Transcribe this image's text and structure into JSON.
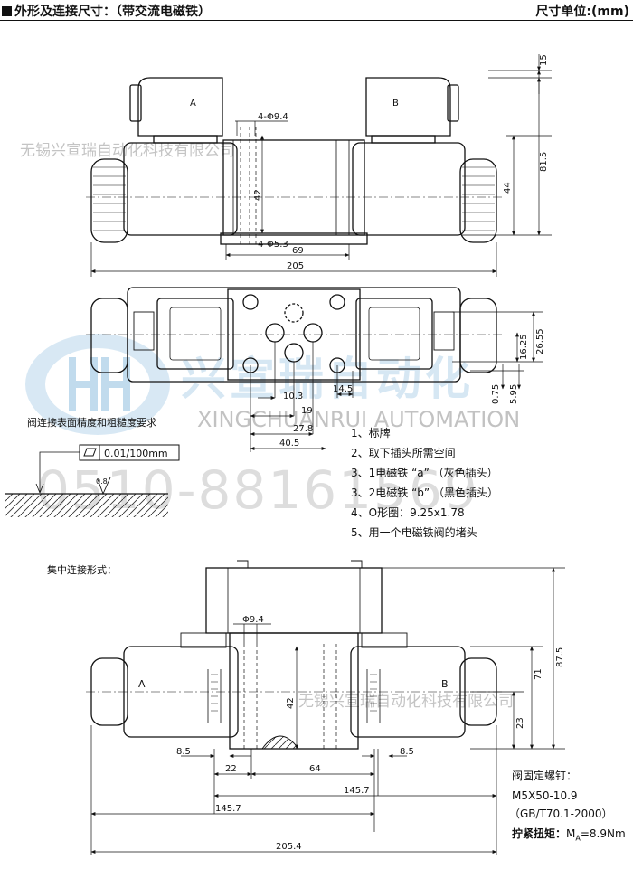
{
  "header": {
    "title": "外形及连接尺寸：（带交流电磁铁）",
    "unit": "尺寸单位:(mm)"
  },
  "watermark": {
    "company_cn": "无锡兴宣瑞自动化科技有限公司",
    "brand_cn": "兴宣瑞自动化",
    "brand_en": "XINGCHUANRUI AUTOMATION",
    "phone": "0510-88161569"
  },
  "view1": {
    "solenoid_a": "A",
    "solenoid_b": "B",
    "dims": {
      "d15": "15",
      "d81_5": "81.5",
      "d44": "44",
      "d42": "42",
      "d4phi9_4": "4-Φ9.4",
      "d4phi5_3": "4-Φ5.3",
      "d69": "69",
      "d205": "205"
    }
  },
  "view2": {
    "dims": {
      "d26_55": "26.55",
      "d16_25": "16.25",
      "d0_75": "0.75",
      "d5_95": "5.95",
      "d14_5": "14.5",
      "d10_3": "10.3",
      "d19": "19",
      "d27_8": "27.8",
      "d40_5": "40.5"
    }
  },
  "surface": {
    "title": "阀连接表面精度和粗糙度要求",
    "flatness": "0.01/100mm",
    "roughness": "0.8"
  },
  "notes": [
    "1、标牌",
    "2、取下插头所需空间",
    "3、1电磁铁 “a” （灰色插头）",
    "3、2电磁铁 “b” （黑色插头）",
    "4、O形圈：9.25x1.78",
    "5、用一个电磁铁阀的堵头"
  ],
  "view3": {
    "title": "集中连接形式：",
    "label_a": "A",
    "label_b": "B",
    "dims": {
      "phi9_4": "Φ9.4",
      "d87_5": "87.5",
      "d71": "71",
      "d42": "42",
      "d23": "23",
      "d8_5_left": "8.5",
      "d8_5_right": "8.5",
      "d22": "22",
      "d64": "64",
      "d145_7_upper": "145.7",
      "d145_7_lower": "145.7",
      "d205_4": "205.4"
    }
  },
  "bolt": {
    "title": "阀固定螺钉：",
    "spec": "M5X50-10.9",
    "standard": "（GB/T70.1-2000）",
    "torque_label": "拧紧扭矩：",
    "torque_value": "M",
    "torque_sub": "A",
    "torque_rest": "=8.9Nm"
  }
}
